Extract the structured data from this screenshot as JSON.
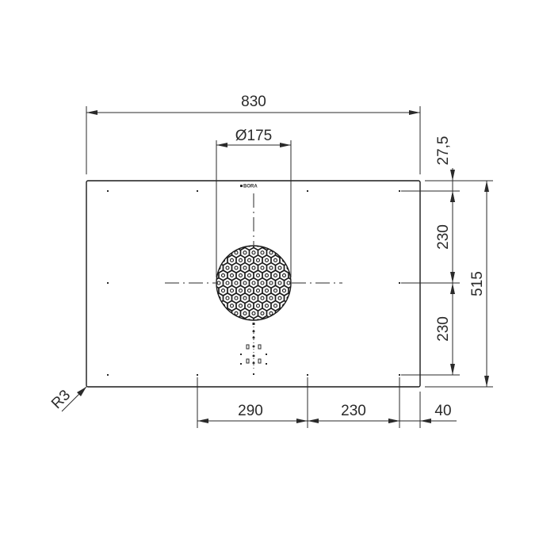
{
  "drawing": {
    "brand": "BORA",
    "dimensions": {
      "total_width": "830",
      "extractor_diameter": "Ø175",
      "top_offset": "27,5",
      "upper_depth": "230",
      "lower_depth": "230",
      "total_depth": "515",
      "left_span": "290",
      "right_span": "230",
      "edge_offset": "40",
      "corner_radius": "R3"
    },
    "colors": {
      "line": "#2a2a2a",
      "background": "#ffffff"
    }
  }
}
